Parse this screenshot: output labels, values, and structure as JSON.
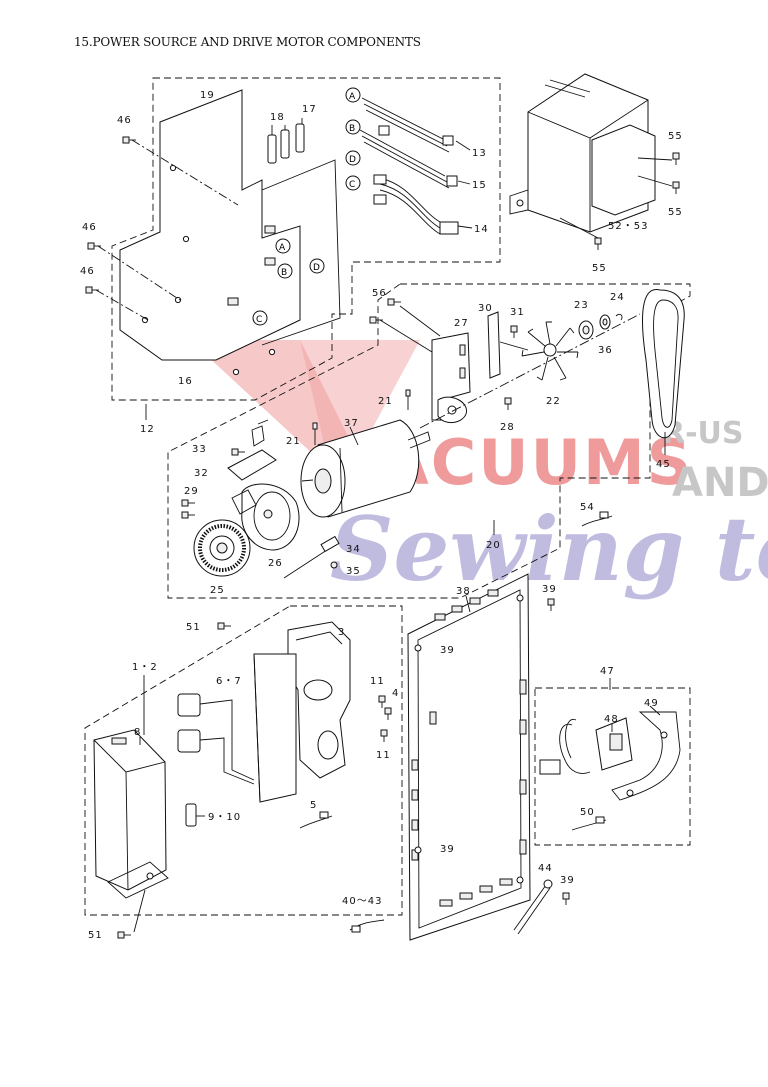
{
  "title": "15.POWER SOURCE AND DRIVE MOTOR COMPONENTS",
  "watermark": {
    "word1": "VACUUMS",
    "word2": "R-US",
    "word3": "AND",
    "word4": "Sewing too",
    "colors": {
      "red": "#e24b4b",
      "gray": "#9a9a9a",
      "blue": "#8e87c8"
    }
  },
  "callouts": {
    "c1_2": "1・2",
    "c3": "3",
    "c4": "4",
    "c5": "5",
    "c6_7": "6・7",
    "c8": "8",
    "c9_10": "9・10",
    "c11a": "11",
    "c11b": "11",
    "c12": "12",
    "c13": "13",
    "c14": "14",
    "c15": "15",
    "c16": "16",
    "c17": "17",
    "c18": "18",
    "c19": "19",
    "c20": "20",
    "c21a": "21",
    "c21b": "21",
    "c22": "22",
    "c23": "23",
    "c24": "24",
    "c25": "25",
    "c26": "26",
    "c27": "27",
    "c28": "28",
    "c29": "29",
    "c30": "30",
    "c31": "31",
    "c32": "32",
    "c33": "33",
    "c34": "34",
    "c35": "35",
    "c36": "36",
    "c37": "37",
    "c38": "38",
    "c39a": "39",
    "c39b": "39",
    "c39c": "39",
    "c39d": "39",
    "c40_43": "40～43",
    "c44": "44",
    "c45": "45",
    "c46a": "46",
    "c46b": "46",
    "c46c": "46",
    "c47": "47",
    "c48": "48",
    "c49": "49",
    "c50": "50",
    "c51a": "51",
    "c51b": "51",
    "c52_53": "52・53",
    "c54": "54",
    "c55a": "55",
    "c55b": "55",
    "c55c": "55",
    "c56": "56"
  },
  "connector_letters": {
    "a1": "A",
    "b1": "B",
    "d1": "D",
    "c1": "C",
    "a2": "A",
    "b2": "B",
    "d2": "D",
    "c2": "C"
  }
}
